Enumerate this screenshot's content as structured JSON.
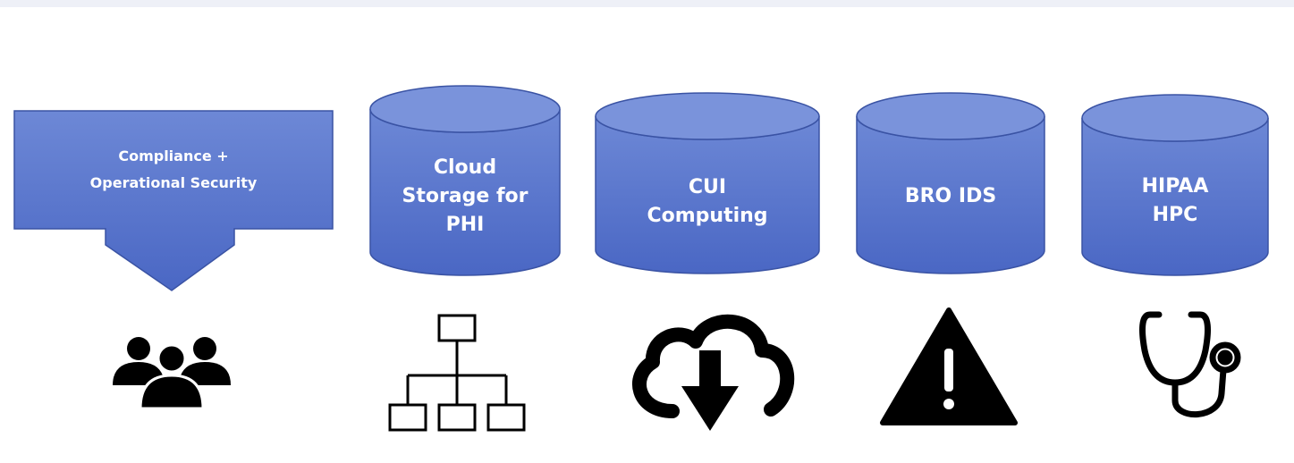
{
  "colors": {
    "shape_fill_top": "#6d88d6",
    "shape_fill_bottom": "#4a67c4",
    "shape_stroke": "#3a53a4",
    "icon": "#000000",
    "label": "#ffffff",
    "background": "#ffffff"
  },
  "callout": {
    "label": "Compliance +\nOperational Security",
    "icon": "people-group-icon"
  },
  "cylinders": [
    {
      "label": "Cloud\nStorage for\nPHI",
      "icon": "hierarchy-icon"
    },
    {
      "label": "CUI\nComputing",
      "icon": "cloud-download-icon"
    },
    {
      "label": "BRO IDS",
      "icon": "warning-icon"
    },
    {
      "label": "HIPAA\nHPC",
      "icon": "stethoscope-icon"
    }
  ]
}
